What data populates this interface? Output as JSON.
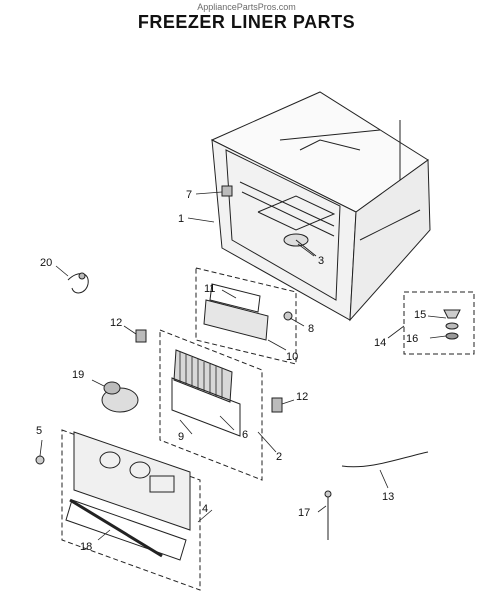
{
  "header": {
    "watermark": "AppliancePartsPros.com",
    "title": "FREEZER LINER PARTS"
  },
  "callouts": [
    "1",
    "2",
    "3",
    "4",
    "5",
    "6",
    "7",
    "8",
    "9",
    "10",
    "11",
    "12",
    "12",
    "13",
    "14",
    "15",
    "16",
    "17",
    "18",
    "19",
    "20"
  ]
}
